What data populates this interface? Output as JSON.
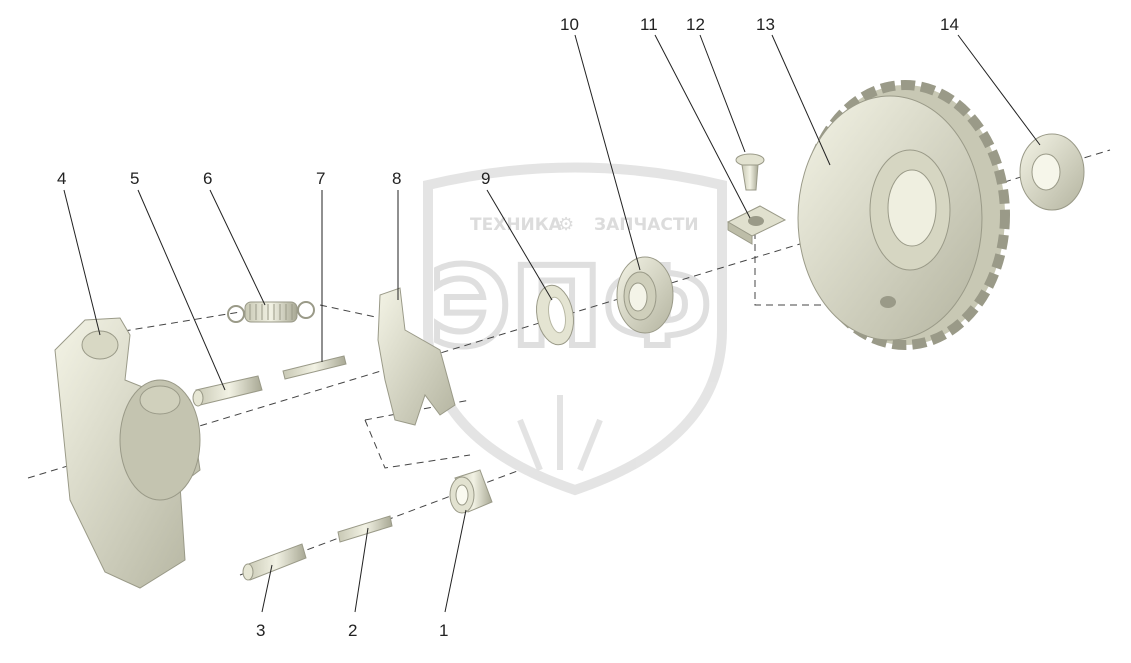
{
  "watermark": {
    "line1": "ТЕХНИКА",
    "line2": "ЗАПЧАСТИ",
    "logo": "ЭПФ"
  },
  "callouts": [
    "1",
    "2",
    "3",
    "4",
    "5",
    "6",
    "7",
    "8",
    "9",
    "10",
    "11",
    "12",
    "13",
    "14"
  ],
  "colors": {
    "part_fill": "#e8e8d6",
    "part_shadow": "#b8b8a4",
    "line": "#222222"
  }
}
